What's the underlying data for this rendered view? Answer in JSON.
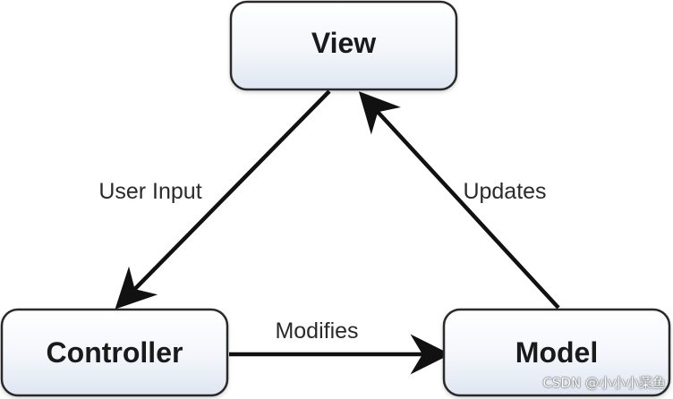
{
  "nodes": {
    "view": "View",
    "controller": "Controller",
    "model": "Model"
  },
  "edges": {
    "user_input": "User Input",
    "updates": "Updates",
    "modifies": "Modifies"
  },
  "watermark": "CSDN @小小小菜鱼",
  "colors": {
    "box_fill_top": "#ffffff",
    "box_fill_bottom": "#e3e9f4",
    "box_stroke": "#2b2b2b",
    "arrow": "#111111"
  }
}
